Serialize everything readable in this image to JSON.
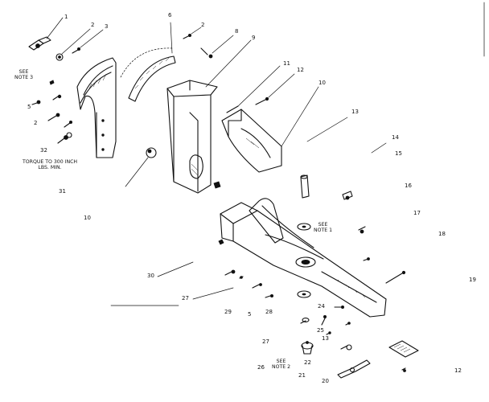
{
  "callouts": {
    "n1": "1",
    "n2a": "2",
    "n3": "3",
    "n6": "6",
    "n2b": "2",
    "n8": "8",
    "n9": "9",
    "n5": "5",
    "n2c": "2",
    "n32": "32",
    "n11": "11",
    "n12": "12",
    "n10a": "10",
    "n13a": "13",
    "n14": "14",
    "n15": "15",
    "n16": "16",
    "n17": "17",
    "n18": "18",
    "n19": "19",
    "n31": "31",
    "n10b": "10",
    "n30": "30",
    "n27a": "27",
    "n29": "29",
    "n5b": "5",
    "n28": "28",
    "n24": "24",
    "n25": "25",
    "n13b": "13",
    "n27b": "27",
    "n22": "22",
    "n26": "26",
    "n21": "21",
    "n20": "20",
    "n12b": "12"
  },
  "notes": {
    "see_note_3": "SEE\nNOTE 3",
    "torque": "TORQUE TO 300 INCH\nLBS. MIN.",
    "see_note_1": "SEE\nNOTE 1",
    "see_note_2": "SEE\nNOTE 2"
  }
}
